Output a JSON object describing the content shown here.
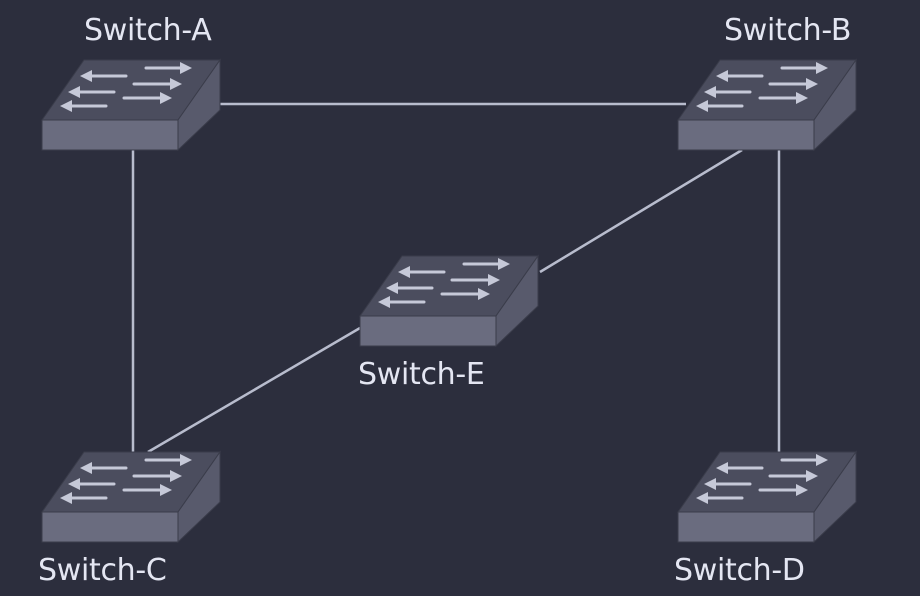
{
  "diagram": {
    "nodes": [
      {
        "id": "a",
        "label": "Switch-A",
        "icon": "network-switch-icon"
      },
      {
        "id": "b",
        "label": "Switch-B",
        "icon": "network-switch-icon"
      },
      {
        "id": "c",
        "label": "Switch-C",
        "icon": "network-switch-icon"
      },
      {
        "id": "d",
        "label": "Switch-D",
        "icon": "network-switch-icon"
      },
      {
        "id": "e",
        "label": "Switch-E",
        "icon": "network-switch-icon"
      }
    ],
    "links": [
      {
        "from": "a",
        "to": "b"
      },
      {
        "from": "a",
        "to": "c"
      },
      {
        "from": "b",
        "to": "d"
      },
      {
        "from": "b",
        "to": "e"
      },
      {
        "from": "e",
        "to": "c"
      }
    ],
    "colors": {
      "background": "#2c2e3d",
      "link": "#b8bccd",
      "switch_front": "#6a6c7f",
      "switch_top": "#4b4d5e",
      "switch_side": "#585a6c",
      "arrows": "#c6c9d8",
      "label_text": "#e4e6f2"
    }
  }
}
